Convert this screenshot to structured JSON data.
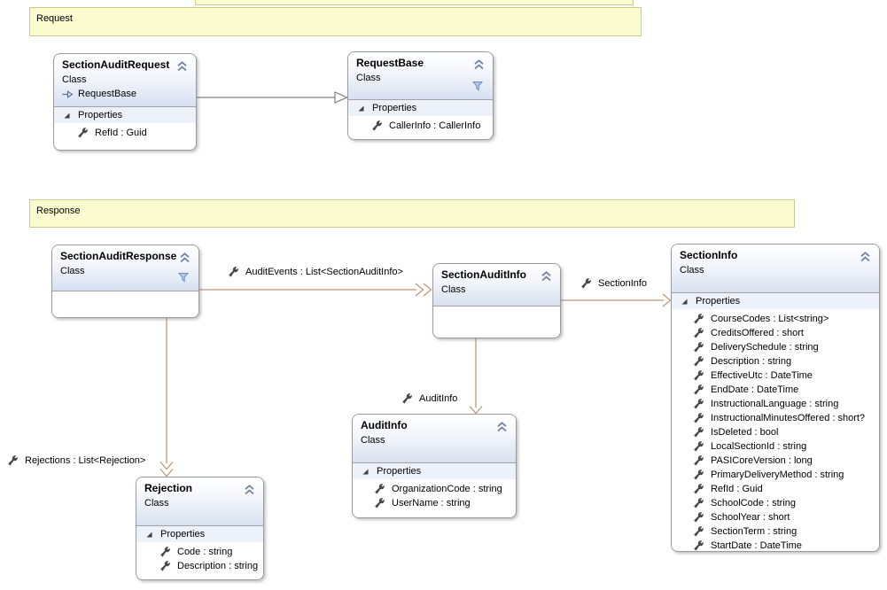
{
  "comments": {
    "request": {
      "label": "Request"
    },
    "response": {
      "label": "Response"
    }
  },
  "classes": {
    "section_audit_request": {
      "name": "SectionAuditRequest",
      "kind": "Class",
      "base": "RequestBase",
      "compartment": "Properties",
      "members": [
        "RefId : Guid"
      ]
    },
    "request_base": {
      "name": "RequestBase",
      "kind": "Class",
      "compartment": "Properties",
      "members": [
        "CallerInfo : CallerInfo"
      ]
    },
    "section_audit_response": {
      "name": "SectionAuditResponse",
      "kind": "Class"
    },
    "section_audit_info": {
      "name": "SectionAuditInfo",
      "kind": "Class"
    },
    "section_info": {
      "name": "SectionInfo",
      "kind": "Class",
      "compartment": "Properties",
      "members": [
        "CourseCodes : List<string>",
        "CreditsOffered : short",
        "DeliverySchedule : string",
        "Description : string",
        "EffectiveUtc : DateTime",
        "EndDate : DateTime",
        "InstructionalLanguage : string",
        "InstructionalMinutesOffered : short?",
        "IsDeleted : bool",
        "LocalSectionId : string",
        "PASICoreVersion : long",
        "PrimaryDeliveryMethod : string",
        "RefId : Guid",
        "SchoolCode : string",
        "SchoolYear : short",
        "SectionTerm : string",
        "StartDate : DateTime"
      ]
    },
    "audit_info": {
      "name": "AuditInfo",
      "kind": "Class",
      "compartment": "Properties",
      "members": [
        "OrganizationCode : string",
        "UserName : string"
      ]
    },
    "rejection": {
      "name": "Rejection",
      "kind": "Class",
      "compartment": "Properties",
      "members": [
        "Code : string",
        "Description : string"
      ]
    }
  },
  "associations": {
    "audit_events": {
      "label": "AuditEvents : List<SectionAuditInfo>"
    },
    "section_info": {
      "label": "SectionInfo"
    },
    "audit_info": {
      "label": "AuditInfo"
    },
    "rejections": {
      "label": "Rejections : List<Rejection>"
    }
  },
  "colors": {
    "comment_fill": "#fbfbd0",
    "comment_border": "#cfc98f",
    "association_line": "#c09878",
    "inheritance_line": "#808080",
    "header_gradient_bottom": "#d8e0f0"
  }
}
